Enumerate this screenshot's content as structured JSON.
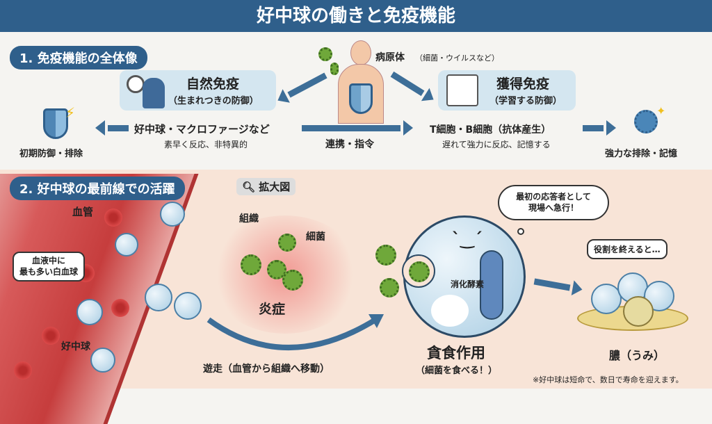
{
  "title": "好中球の働きと免疫機能",
  "section1": {
    "label": "1. 免疫機能の全体像",
    "pathogen": {
      "title": "病原体",
      "sub": "（細菌・ウイルスなど）"
    },
    "innate": {
      "title": "自然免疫",
      "sub": "（生まれつきの防御）",
      "cells": "好中球・マクロファージなど",
      "desc": "素早く反応、非特異的",
      "result": "初期防御・排除"
    },
    "link": "連携・指令",
    "adaptive": {
      "title": "獲得免疫",
      "sub": "（学習する防御）",
      "cells": "T細胞・B細胞（抗体産生）",
      "desc": "遅れて強力に反応、記憶する",
      "result": "強力な排除・記憶"
    }
  },
  "section2": {
    "label": "2. 好中球の最前線での活躍",
    "zoom_label": "拡大図",
    "vessel": "血管",
    "blood_note": "血液中に\n最も多い白血球",
    "neutrophil": "好中球",
    "tissue": "組織",
    "bacteria": "細菌",
    "inflammation": "炎症",
    "migration": "遊走（血管から組織へ移動）",
    "thought": "最初の応答者として\n現場へ急行！",
    "enzyme": "消化酵素",
    "phagocytosis": {
      "title": "貪食作用",
      "sub": "（細菌を食べる！）"
    },
    "after": "役割を終えると…",
    "pus": "膿（うみ）",
    "footnote": "※好中球は短命で、数日で寿命を迎えます。"
  },
  "colors": {
    "primary": "#2f5f8b",
    "section2_bg": "#f8e4d7"
  }
}
